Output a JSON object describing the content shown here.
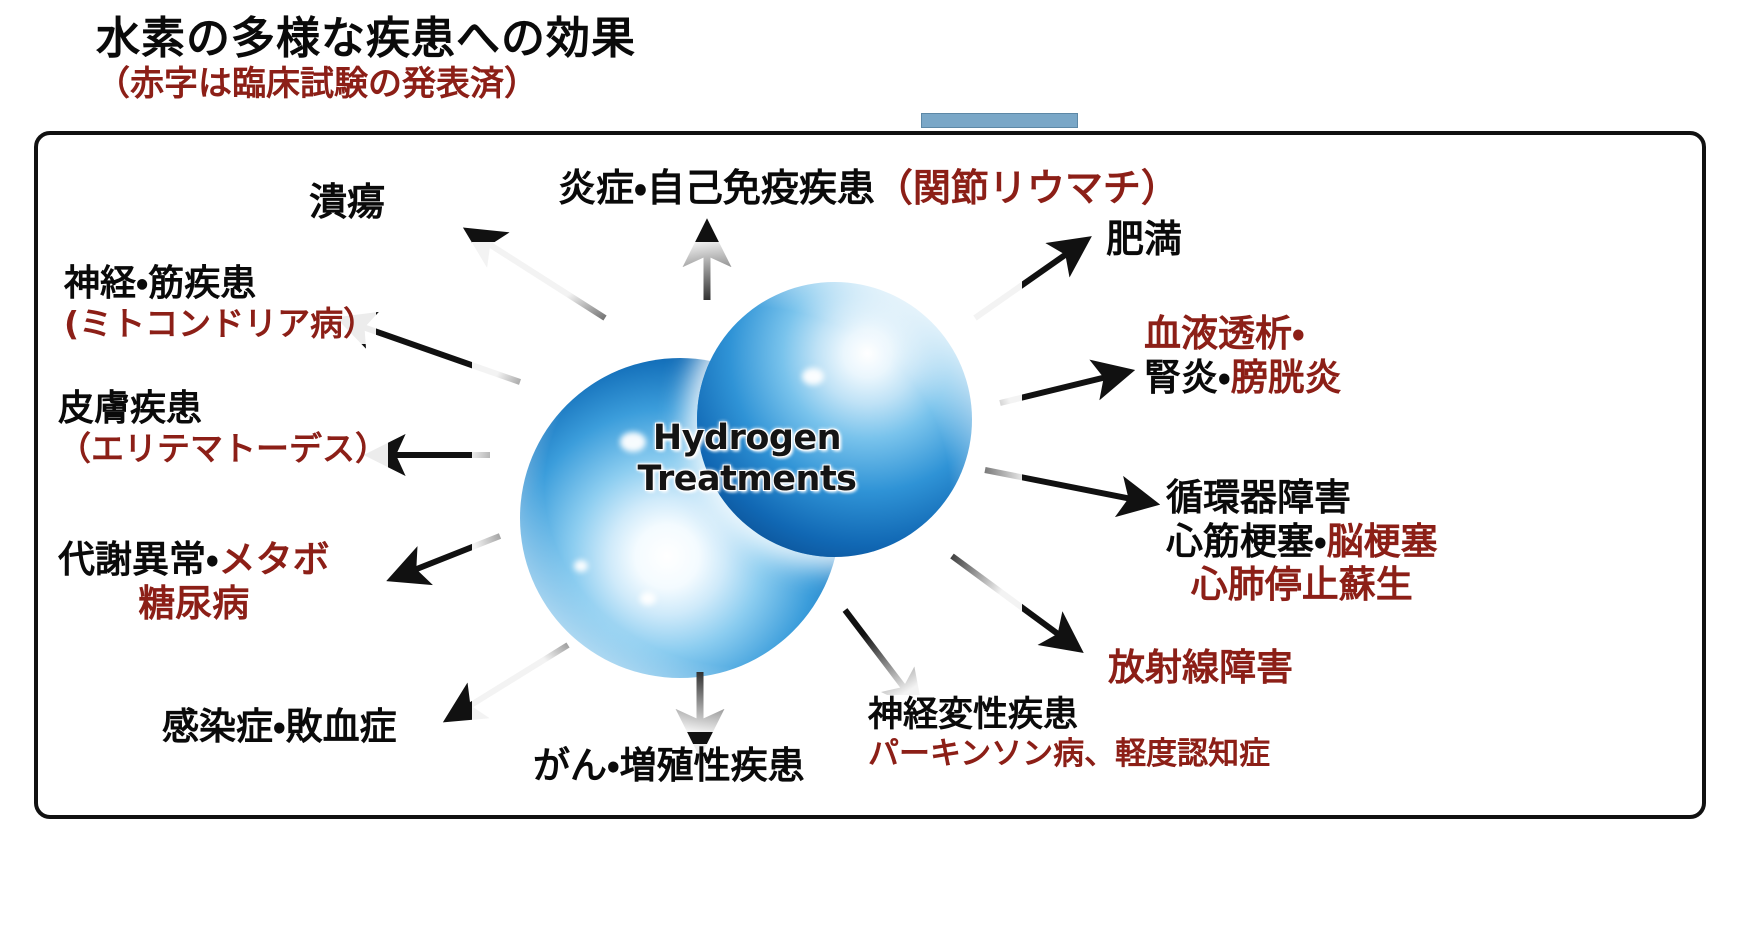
{
  "header": {
    "title": "水素の多様な疾患への効果",
    "subtitle": "（赤字は臨床試験の発表済）"
  },
  "center": {
    "line1": "Hydrogen",
    "line2": "Treatments"
  },
  "colors": {
    "red_text": "#8c1f17",
    "black_text": "#0a0a0a",
    "sphere_blue": "#1571bb",
    "tab_blue": "#7aa7c7",
    "frame": "#111111"
  },
  "labels": {
    "ulcer": {
      "line1_black": "潰瘍"
    },
    "inflammation": {
      "line1_black": "炎症・自己免疫疾患",
      "line1_red": "（関節リウマチ）"
    },
    "obesity": {
      "line1_black": "肥満"
    },
    "nerve_muscle": {
      "line1_black": "神経・筋疾患",
      "line2_red": "(ミトコンドリア病）"
    },
    "dialysis": {
      "line1_red": "血液透析・",
      "line2_black": "腎炎・",
      "line2_red": "膀胱炎"
    },
    "skin": {
      "line1_black": "皮膚疾患",
      "line2_red": "（エリテマトーデス）"
    },
    "circulatory": {
      "line1_black": "循環器障害",
      "line2_black": "心筋梗塞・",
      "line2_red": "脳梗塞",
      "line3_red": "心肺停止蘇生"
    },
    "metabolic": {
      "line1_black": "代謝異常・",
      "line1_red": "メタボ",
      "line2_red": "糖尿病"
    },
    "radiation": {
      "line1_red": "放射線障害"
    },
    "infection": {
      "line1_black": "感染症・敗血症"
    },
    "neurodegen": {
      "line1_black": "神経変性疾患",
      "line2_red": "パーキンソン病、軽度認知症"
    },
    "cancer": {
      "line1_black": "がん・増殖性疾患"
    }
  }
}
